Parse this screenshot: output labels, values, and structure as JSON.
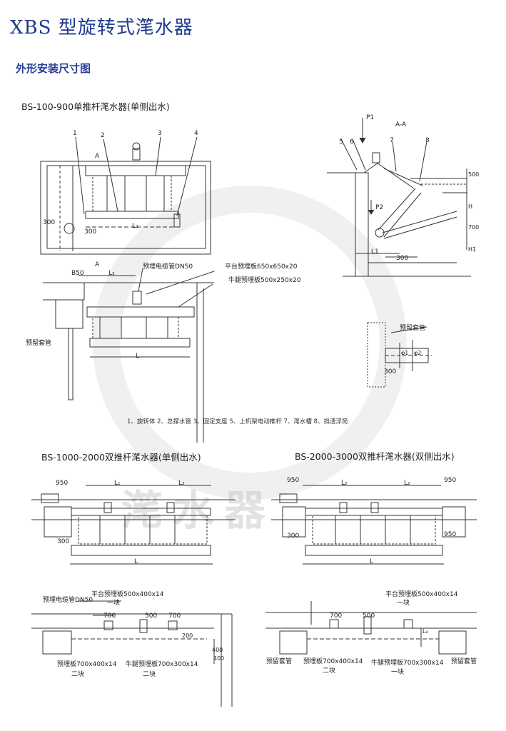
{
  "title": "XBS 型旋转式滗水器",
  "subtitle": "外形安装尺寸图",
  "watermark_text": "滗水器",
  "section1": {
    "caption": "BS-100-900单推杆滗水器(单侧出水)",
    "callouts": [
      "1",
      "2",
      "3",
      "4"
    ],
    "dims": {
      "d300a": "300",
      "d300b": "300",
      "L2": "L₂",
      "B50": "B50",
      "L3": "L₃",
      "L": "L",
      "A": "A"
    },
    "labels": {
      "cable_pipe": "预埋电缆管DN50",
      "platform_plate": "平台预埋板650x650x20",
      "bracket_plate": "牛腿预埋板500x250x20",
      "sleeve": "预留套管"
    }
  },
  "section_right": {
    "view": "A-A",
    "callouts": [
      "5",
      "6",
      "7",
      "8"
    ],
    "dims": {
      "P1": "P1",
      "P2": "P2",
      "d500": "500",
      "H": "H",
      "d700": "700",
      "H1": "H1",
      "L1": "L1",
      "d300": "300"
    },
    "detail": {
      "sleeve": "预留套管",
      "phi1": "φ1",
      "phi2": "φ2",
      "d300": "300"
    }
  },
  "legend": "1、旋转体  2、总撑水管  3、固定支座  5、上机架电动推杆  7、滗水槽  8、挡渣浮筒",
  "section2": {
    "caption": "BS-1000-2000双推杆滗水器(单侧出水)",
    "dims": {
      "d950": "950",
      "L1": "L₁",
      "L2": "L₂",
      "d300": "300",
      "L": "L",
      "d700a": "700",
      "d700b": "700",
      "d500": "500",
      "d200": "200",
      "d400a": "400",
      "d400b": "400"
    },
    "labels": {
      "cable_pipe": "预埋电缆管DN50",
      "platform_plate": "平台预埋板500x400x14",
      "platform_count": "一块",
      "pre_plate": "预埋板700x400x14",
      "pre_count": "二块",
      "bracket_plate": "牛腿预埋板700x300x14",
      "bracket_count": "二块"
    }
  },
  "section3": {
    "caption": "BS-2000-3000双推杆滗水器(双侧出水)",
    "dims": {
      "d950a": "950",
      "d950b": "950",
      "d950c": "950",
      "L2": "L₂",
      "L2b": "L₂",
      "L": "L",
      "d300": "300",
      "d700": "700",
      "d500": "500",
      "L4": "L₄"
    },
    "labels": {
      "platform_plate": "平台预埋板500x400x14",
      "platform_count": "一块",
      "sleeve_left": "预留套管",
      "pre_plate": "预埋板700x400x14",
      "pre_count": "二块",
      "bracket_plate": "牛腿预埋板700x300x14",
      "bracket_count": "一块",
      "sleeve_right": "预留套管"
    }
  }
}
